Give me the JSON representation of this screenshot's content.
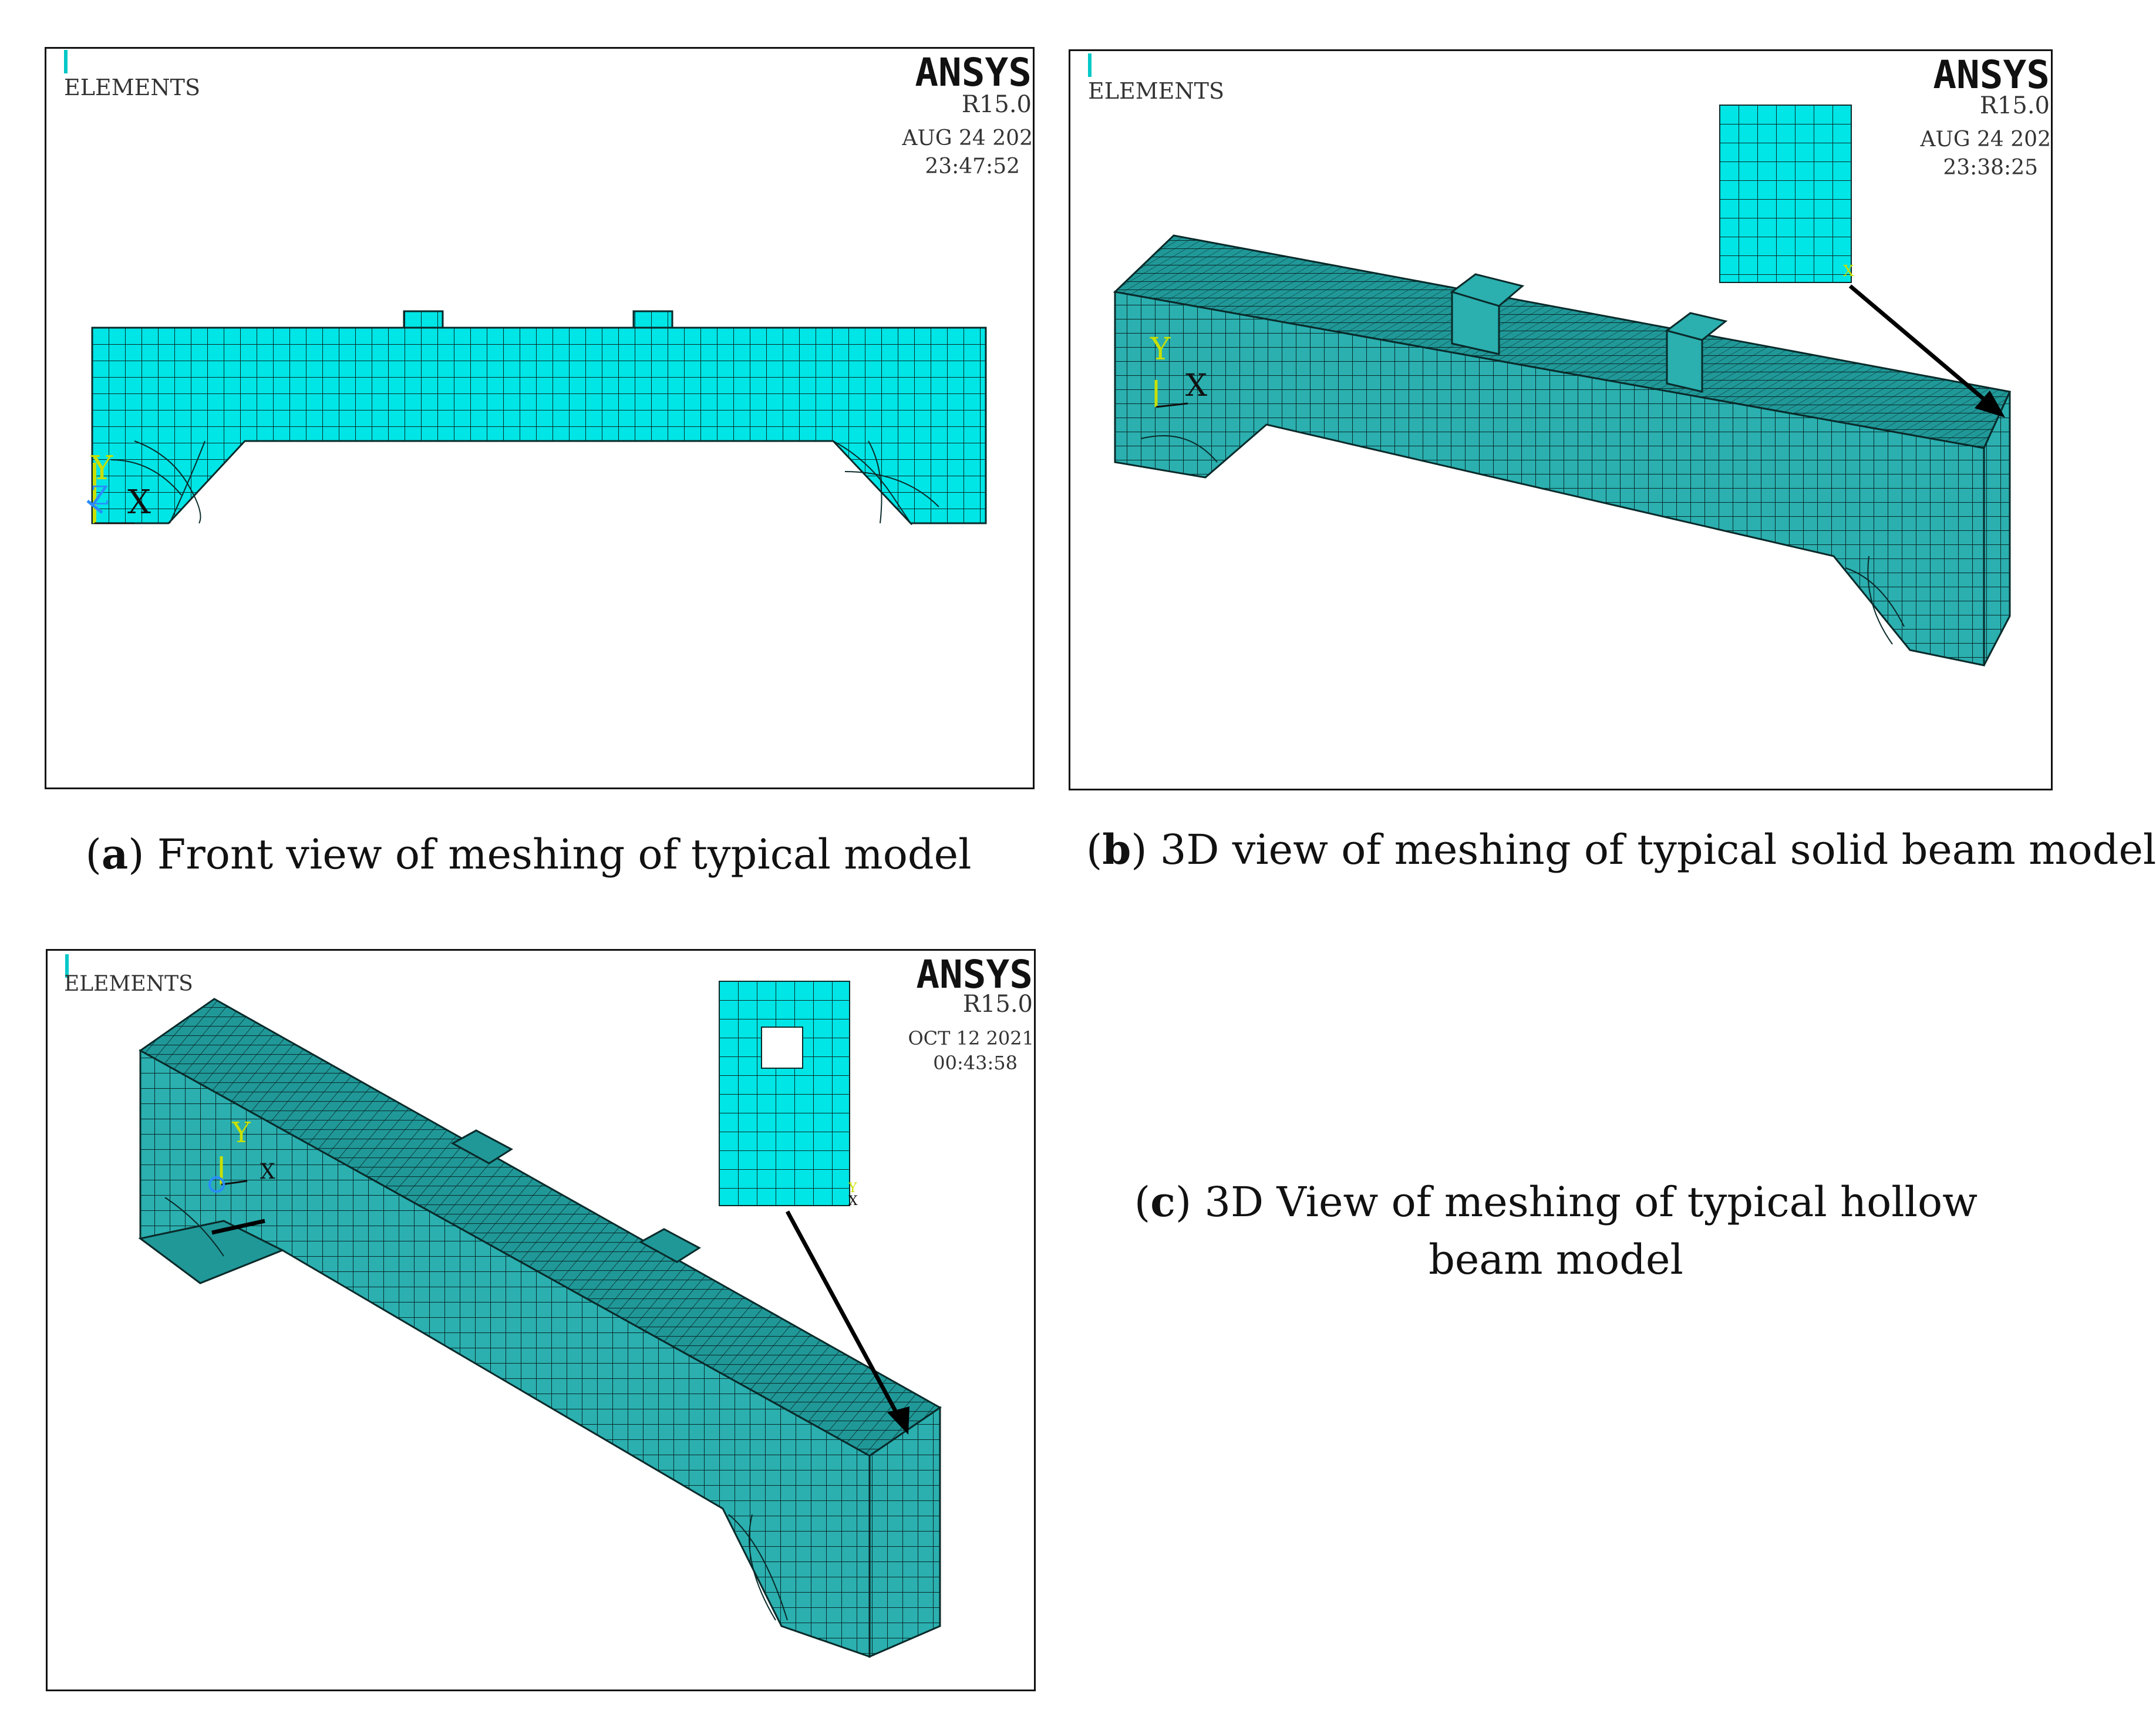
{
  "panels": [
    {
      "id": "a",
      "elements_label": "ELEMENTS",
      "brand": "ANSYS",
      "version": "R15.0",
      "date": "AUG 24 202",
      "time": "23:47:52",
      "axis_y": "Y",
      "axis_x": "X",
      "axis_z": "Z"
    },
    {
      "id": "b",
      "elements_label": "ELEMENTS",
      "brand": "ANSYS",
      "version": "R15.0",
      "date": "AUG 24 202",
      "time": "23:38:25",
      "axis_y": "Y",
      "axis_x": "X",
      "inset_axis": "X"
    },
    {
      "id": "c",
      "elements_label": "ELEMENTS",
      "brand": "ANSYS",
      "version": "R15.0",
      "date": "OCT 12 2021",
      "time": "00:43:58",
      "axis_y": "Y",
      "axis_x": "X",
      "inset_axis_y": "Y",
      "inset_axis_x": "X"
    }
  ],
  "captions": {
    "a": {
      "letter": "a",
      "text": " Front view of meshing of typical model"
    },
    "b": {
      "letter": "b",
      "text": " 3D view of meshing of typical solid beam model"
    },
    "c": {
      "letter": "c",
      "text_line1": " 3D View of meshing of typical hollow",
      "text_line2": "beam model"
    }
  },
  "colors": {
    "mesh_fill": "#00E5E5",
    "mesh_shade": "#2BAFAF",
    "mesh_dark": "#209898",
    "mesh_line": "#0a2a2a",
    "axis_y": "#c8e000",
    "axis_z": "#2a8cff",
    "arrow": "#000000"
  }
}
